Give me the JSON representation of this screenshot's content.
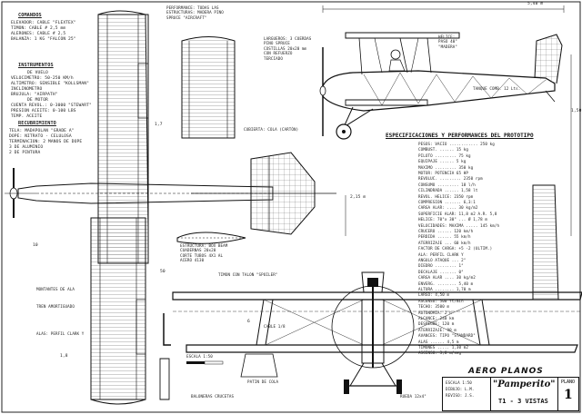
{
  "sheet": {
    "top_dimension": "5,40 m",
    "side_dimension": "1,50",
    "scale_bar_label": "ESCALA 1:50",
    "balloneta_label": "BALONERAS CRUCETAS",
    "aero_planos": "AERO PLANOS",
    "name": "\"Pamperito\"",
    "views": "T1 - 3 VISTAS",
    "sheet_label": "PLANO",
    "sheet_number": "1",
    "scale": "ESCALA 1:50",
    "drawn_by": "DIBUJO: L.M.",
    "revised": "REVISO: J.S."
  },
  "comandos": {
    "title": "COMANDOS",
    "lines": [
      "ELEVADOR: CABLE \"FLEXTEX\"",
      "TIMON: CABLE # 2,5 mm",
      "ALERONES: CABLE # 2,5",
      "BALANZA: 1 KG \"FALCON 25\""
    ]
  },
  "instrumentos": {
    "title": "INSTRUMENTOS",
    "lines": [
      "DE VUELO",
      "VELOCIMETRO: 50-250 KM/h",
      "ALTIMETRO: SENSIBLE \"KOLLSMAN\"",
      "INCLINOMETRO",
      "BRUJULA: \"AIRPATH\"",
      "DE MOTOR",
      "CUENTA REVOL.: 0-3000 \"STEWART\"",
      "PRESION ACEITE: 0-100 LBS",
      "TEMP. ACEITE"
    ]
  },
  "recubrimiento": {
    "title": "RECUBRIMIENTO",
    "lines": [
      "TELA: MADAPOLAN \"GRADE A\"",
      "DOPE: NITRATO - CELULOSA",
      "TERMINACION: 2 MANOS DE DOPE",
      "   3 DE ALUMINIO",
      "   2 DE PINTURA"
    ]
  },
  "notes": {
    "top_center": "PERFORMANCE: TODAS LAS\nESTRUCTURAS: MADERA PINO\nSPRUCE \"AIRCRAFT\"",
    "mid_note": "LARGUEROS: 3 CUERDAS\nPINO SPRUCE\nCOSTILLAS 20x20 mm\nCON REFUERZO\nTERCIADO",
    "helice": "HELICE:\nPASO 40\"\n\"MADERA\"",
    "tanque": "TANQUE COMB. 12 Lts.",
    "cubierta": "CUBIERTA: COLA (CARTÓN)",
    "estructura": "ESTRUCTURA: BOX BEAM\nCUADERNAS 20x20\nCORTE TUBOS 4X1 AL\nACERO 4130",
    "flap_note": "TIMON CON TALON \"SPOILER\"",
    "cable_note": "CABLE 1/8",
    "patin": "PATIN DE COLA",
    "rueda": "RUEDA 12x4\"",
    "montante": "MONTANTES DE ALA",
    "tren": "TREN AMORTIGUADO",
    "alas": "ALAS: PERFIL CLARK Y",
    "dim_215": "2,15 m",
    "dim_17": "1,7",
    "dim_10": "10",
    "dim_50": "50",
    "dim_18": "1,8",
    "dim_6": "6"
  },
  "especificaciones": {
    "title": "ESPECIFICACIONES Y PERFORMANCES DEL PROTOTIPO",
    "lines": [
      "PESOS: VACIO ............ 250 kg",
      "  COMBUST. ...... 15 kg",
      "  PILOTO ......... 75 kg",
      "  EQUIPAJE ...... 5 kg",
      "  MAXIMO ......... 350 kg",
      "MOTOR: POTENCIA 65 HP",
      "  REVOLUC. ......... 2350 rpm",
      "  CONSUMO ......... 18 l/h",
      "  CILINDRADA ...... 1,58 lt",
      "  REVOL. HELICE: 2350 rpm",
      "  COMPRESION ....... 6,3:1",
      "CARGA ALAR: .... 30 kg/m2",
      "SUPERFICIE ALAR: 11,8 m2  A.R. 5,8",
      "HELICE: 70\"x 30\" ... Ø 1,78 m",
      "VELOCIDADES: MAXIMA ..... 145 km/h",
      "  CRUCERO ...... 120 km/h",
      "  PERDIDA ...... 55 km/h",
      "  ATERRIZAJE ... 60 km/h",
      "FACTOR DE CARGA: +5  -2 (ULTIM.)",
      "ALA: PERFIL CLARK Y",
      "  ANGULO ATAQUE ... 2°",
      "  DIEDRO ......... 1°",
      "  DECALAJE ....... 0°",
      "  CARGA ALAR .... 30 kg/m2",
      "  ENVERG. ........ 5,40 m",
      "ALTURA ........ 1,70 m",
      "LARGO: 4,50 m",
      "ASCENSO: 500 ft/min",
      "TECHO: 3500 m",
      "AUTONOMIA: 2 h",
      "ALCANCE: 240 km",
      "DESPEGUE: 120 m",
      "ATERRIZAJE: 90 m",
      "AVANCES: TIPO \"STANDARD\"",
      "  ALAS ...... 4,5 m",
      "  TIMONES ..... 1,30 m2",
      "ASCENSO: 3,8 m/seg"
    ]
  }
}
